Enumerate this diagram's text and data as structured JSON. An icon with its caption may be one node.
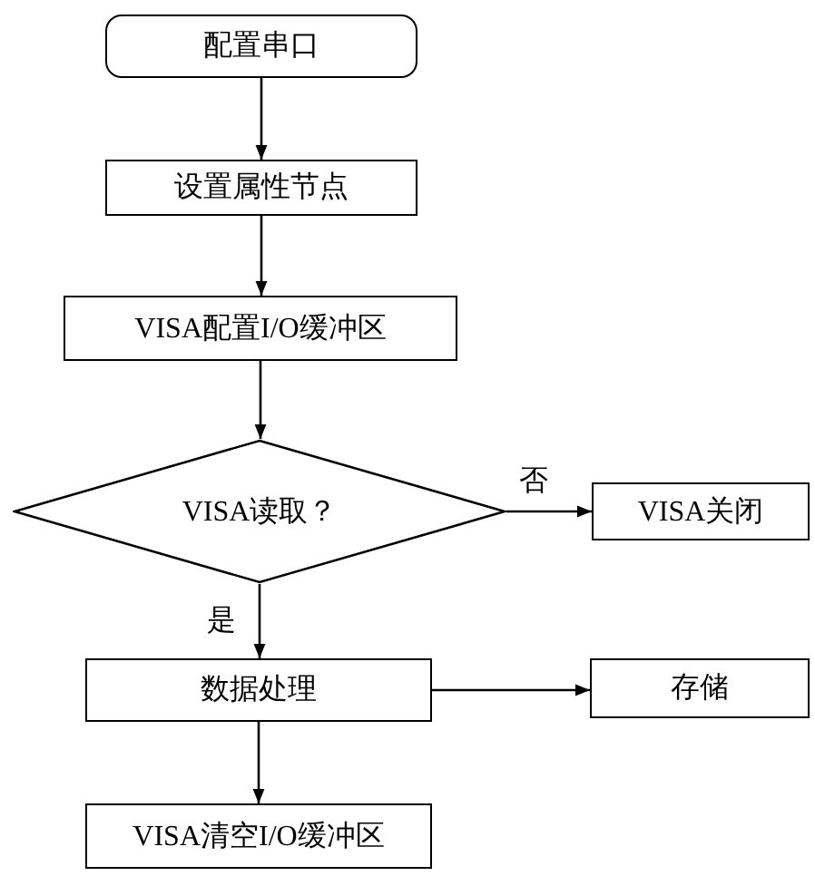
{
  "diagram": {
    "nodes": [
      {
        "text": [
          "配置串口"
        ]
      },
      {
        "text": [
          "设置属性节点"
        ]
      },
      {
        "text": [
          "VISA配置I/O缓冲区"
        ]
      },
      {
        "text": [
          "VISA读取？"
        ]
      },
      {
        "text": [
          "VISA关闭"
        ]
      },
      {
        "text": [
          "数据处理"
        ]
      },
      {
        "text": [
          "存储"
        ]
      },
      {
        "text": [
          "VISA清空I/O缓冲区"
        ]
      }
    ],
    "edges": [
      {
        "from": 0,
        "to": 1,
        "arrow": "to"
      },
      {
        "from": 1,
        "to": 2,
        "arrow": "to"
      },
      {
        "from": 2,
        "to": 3,
        "arrow": "to"
      },
      {
        "from": 3,
        "to": 4,
        "arrow": "to",
        "label": "否"
      },
      {
        "from": 3,
        "to": 5,
        "arrow": "to",
        "label": "是"
      },
      {
        "from": 5,
        "to": 6,
        "arrow": "to"
      },
      {
        "from": 5,
        "to": 7,
        "arrow": "to"
      }
    ]
  }
}
